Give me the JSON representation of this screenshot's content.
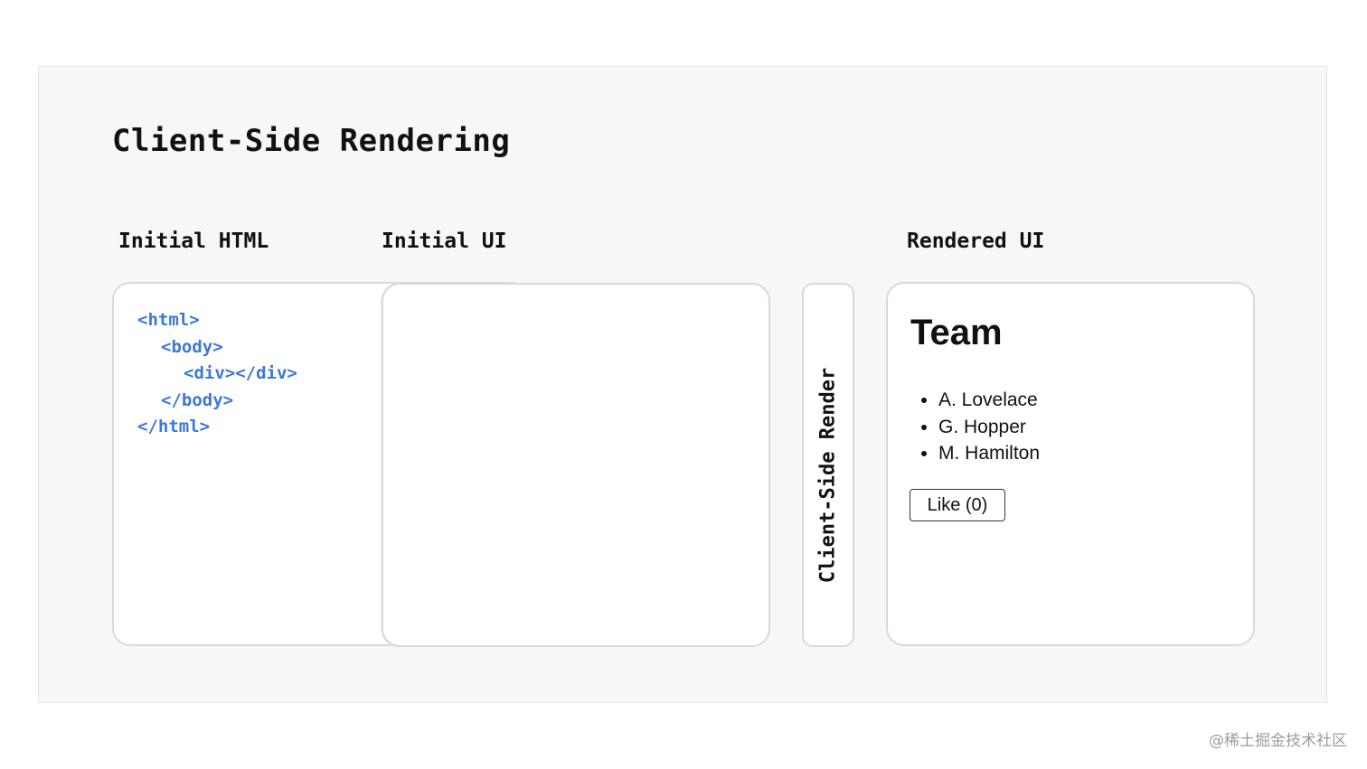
{
  "diagram": {
    "title": "Client-Side Rendering",
    "columns": {
      "initial_html": "Initial HTML",
      "initial_ui": "Initial UI",
      "rendered_ui": "Rendered UI"
    },
    "code_lines": [
      "<html>",
      "<body>",
      "<div></div>",
      "</body>",
      "</html>"
    ],
    "transition_label": "Client-Side Render",
    "rendered": {
      "heading": "Team",
      "members": [
        "A. Lovelace",
        "G. Hopper",
        "M. Hamilton"
      ],
      "like_button": "Like (0)"
    },
    "code_color": "#3b78d8"
  },
  "watermark": "@稀土掘金技术社区"
}
